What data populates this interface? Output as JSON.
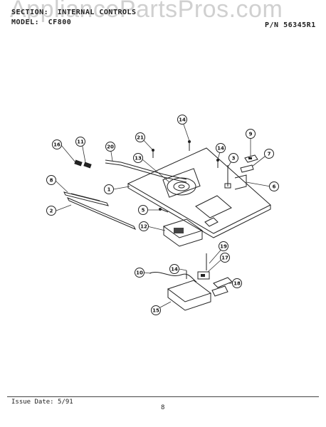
{
  "header": {
    "section_label": "SECTION:",
    "section_value": "INTERNAL CONTROLS",
    "model_label": "MODEL:",
    "model_value": "CF800",
    "part_number": "P/N 56345R1"
  },
  "watermark": "AppliancePartsPros.com",
  "footer": {
    "issue_date": "Issue Date: 5/91",
    "page_number": "8"
  },
  "callouts": [
    "1",
    "2",
    "3",
    "5",
    "6",
    "7",
    "8",
    "9",
    "10",
    "11",
    "12",
    "13",
    "14",
    "14",
    "14",
    "15",
    "16",
    "17",
    "18",
    "19",
    "20",
    "21"
  ]
}
